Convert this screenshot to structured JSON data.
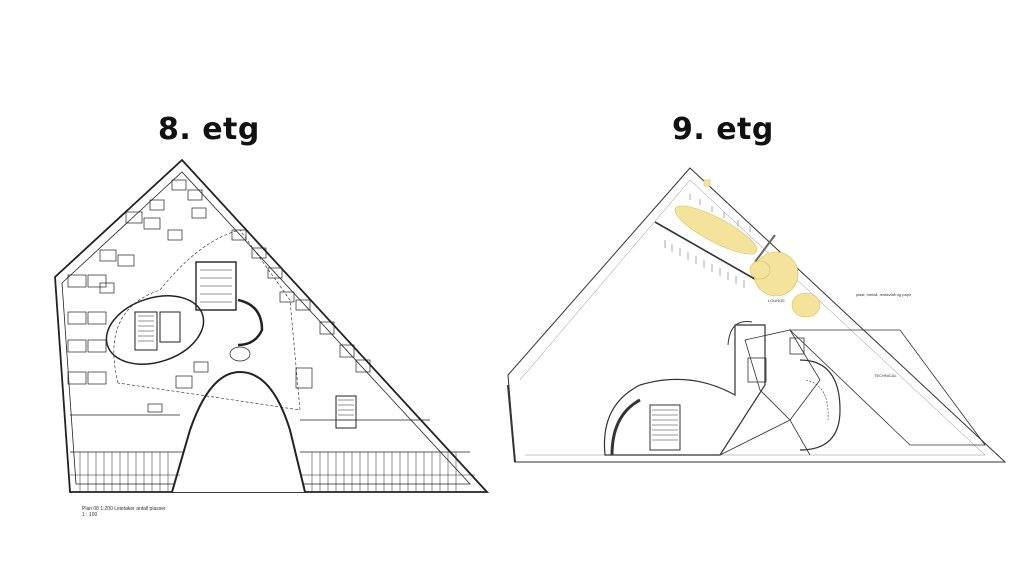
{
  "plans": [
    {
      "title": "8. etg"
    },
    {
      "title": "9. etg"
    }
  ],
  "caption": {
    "line1": "Plan 08 1:200 Leietaker antall plasser",
    "line2": "1 : 100"
  },
  "room_labels": {
    "technical": "TECHNICAL",
    "lounge": "LOUNGE",
    "note": "plast, metall, restavfall og papir"
  },
  "colors": {
    "seating": "#f3e39b",
    "seating_stroke": "#d9c25a",
    "line": "#222222"
  }
}
